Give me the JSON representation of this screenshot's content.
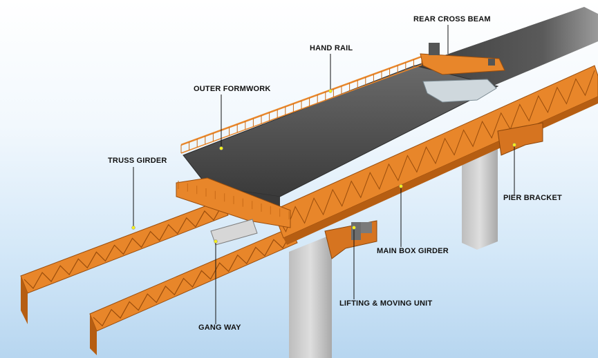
{
  "labels": {
    "rear_cross_beam": "REAR CROSS BEAM",
    "hand_rail": "HAND RAIL",
    "outer_formwork": "OUTER FORMWORK",
    "truss_girder": "TRUSS GIRDER",
    "pier_bracket": "PIER BRACKET",
    "main_box_girder": "MAIN BOX GIRDER",
    "lifting_moving_unit": "LIFTING & MOVING UNIT",
    "gang_way": "GANG WAY"
  },
  "colors": {
    "steel_orange": "#e8862a",
    "steel_dark": "#b65e12",
    "concrete": "#c9c9c9",
    "deck": "#4a4a4a",
    "marker": "#f4f01c"
  }
}
